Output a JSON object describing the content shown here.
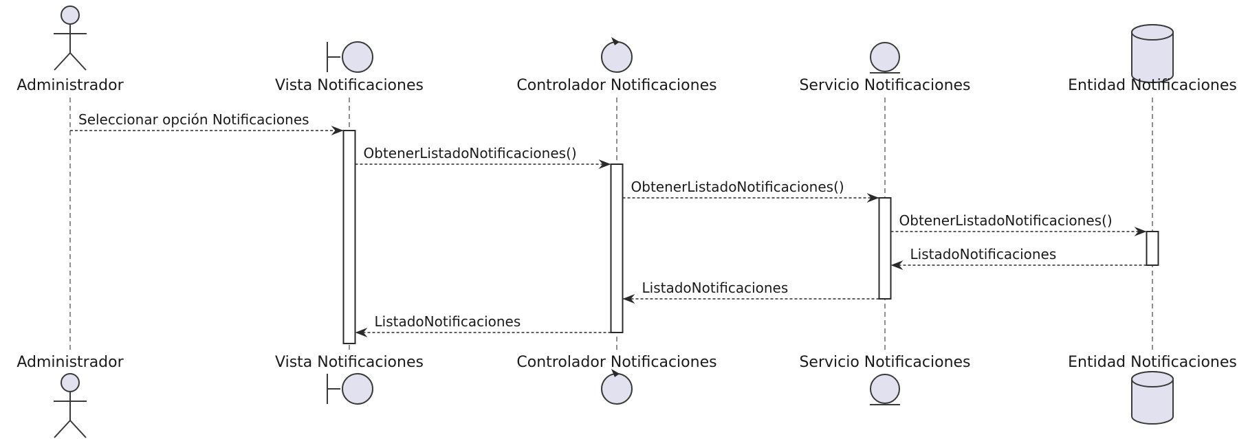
{
  "participants": [
    {
      "id": "admin",
      "label": "Administrador",
      "kind": "actor"
    },
    {
      "id": "vista",
      "label": "Vista Notificaciones",
      "kind": "boundary"
    },
    {
      "id": "ctrl",
      "label": "Controlador Notificaciones",
      "kind": "control"
    },
    {
      "id": "serv",
      "label": "Servicio Notificaciones",
      "kind": "entity"
    },
    {
      "id": "ent",
      "label": "Entidad Notificaciones",
      "kind": "database"
    }
  ],
  "messages": [
    {
      "from": "admin",
      "to": "vista",
      "label": "Seleccionar opción Notificaciones"
    },
    {
      "from": "vista",
      "to": "ctrl",
      "label": "ObtenerListadoNotificaciones()"
    },
    {
      "from": "ctrl",
      "to": "serv",
      "label": "ObtenerListadoNotificaciones()"
    },
    {
      "from": "serv",
      "to": "ent",
      "label": "ObtenerListadoNotificaciones()"
    },
    {
      "from": "ent",
      "to": "serv",
      "label": "ListadoNotificaciones"
    },
    {
      "from": "serv",
      "to": "ctrl",
      "label": "ListadoNotificaciones"
    },
    {
      "from": "ctrl",
      "to": "vista",
      "label": "ListadoNotificaciones"
    }
  ]
}
